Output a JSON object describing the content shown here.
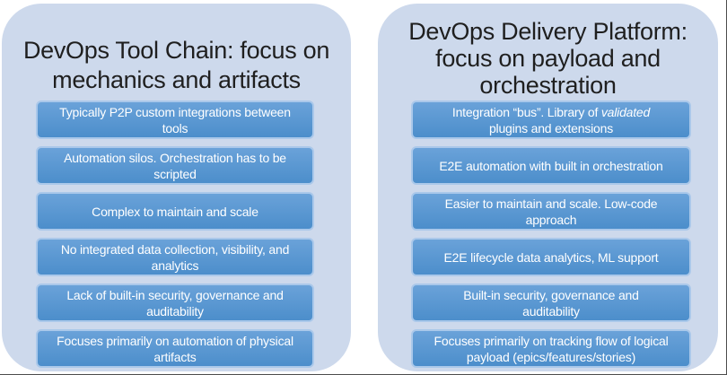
{
  "theme": {
    "background": "#ffffff",
    "panel_fill": "#cdd9ec",
    "box_fill_top": "#6aa2d9",
    "box_fill_bottom": "#4c8ecb",
    "box_border": "#aac8ea",
    "box_text": "#ffffff",
    "title_text": "#1f1f1f",
    "frame_edge": "#4c4c4c"
  },
  "panels": [
    {
      "title": "DevOps Tool Chain: focus on mechanics and artifacts",
      "title_lines": [
        "DevOps Tool Chain: focus on",
        "mechanics and artifacts"
      ],
      "items": [
        {
          "lines": [
            [
              {
                "text": "Typically P2P custom integrations between"
              }
            ],
            [
              {
                "text": "tools"
              }
            ]
          ]
        },
        {
          "lines": [
            [
              {
                "text": "Automation silos. Orchestration has to be"
              }
            ],
            [
              {
                "text": "scripted"
              }
            ]
          ]
        },
        {
          "lines": [
            [
              {
                "text": "Complex to maintain and scale"
              }
            ]
          ]
        },
        {
          "lines": [
            [
              {
                "text": "No integrated data collection, visibility, and"
              }
            ],
            [
              {
                "text": "analytics"
              }
            ]
          ]
        },
        {
          "lines": [
            [
              {
                "text": "Lack of built-in security, governance and"
              }
            ],
            [
              {
                "text": "auditability"
              }
            ]
          ]
        },
        {
          "lines": [
            [
              {
                "text": "Focuses primarily on automation of physical"
              }
            ],
            [
              {
                "text": "artifacts"
              }
            ]
          ]
        }
      ]
    },
    {
      "title": "DevOps Delivery Platform: focus on payload and orchestration",
      "title_lines": [
        "DevOps Delivery Platform:",
        "focus on payload and",
        "orchestration"
      ],
      "items": [
        {
          "lines": [
            [
              {
                "text": "Integration “bus”. Library of "
              },
              {
                "text": "validated",
                "italic": true
              }
            ],
            [
              {
                "text": "plugins and extensions"
              }
            ]
          ]
        },
        {
          "lines": [
            [
              {
                "text": "E2E automation with built in orchestration"
              }
            ]
          ]
        },
        {
          "lines": [
            [
              {
                "text": "Easier to maintain and scale. Low-code"
              }
            ],
            [
              {
                "text": "approach"
              }
            ]
          ]
        },
        {
          "lines": [
            [
              {
                "text": "E2E lifecycle data analytics, ML support"
              }
            ]
          ]
        },
        {
          "lines": [
            [
              {
                "text": "Built-in security, governance and"
              }
            ],
            [
              {
                "text": "auditability"
              }
            ]
          ]
        },
        {
          "lines": [
            [
              {
                "text": "Focuses primarily on tracking flow of logical"
              }
            ],
            [
              {
                "text": "payload (epics/features/stories)"
              }
            ]
          ]
        }
      ]
    }
  ]
}
